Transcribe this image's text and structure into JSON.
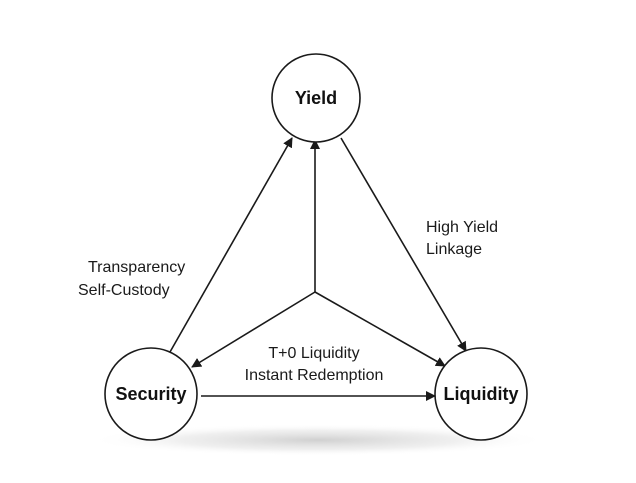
{
  "diagram": {
    "nodes": {
      "yield": {
        "label": "Yield"
      },
      "security": {
        "label": "Security"
      },
      "liquidity": {
        "label": "Liquidity"
      }
    },
    "labels": {
      "high_yield": "High Yield",
      "linkage": "Linkage",
      "transparency": "Transparency",
      "self_custody": "Self-Custody",
      "t0_liquidity": "T+0 Liquidity",
      "instant_redemption": "Instant Redemption"
    },
    "colors": {
      "stroke": "#1a1a1a",
      "text": "#111111",
      "shadow": "#cfcfcf"
    }
  }
}
